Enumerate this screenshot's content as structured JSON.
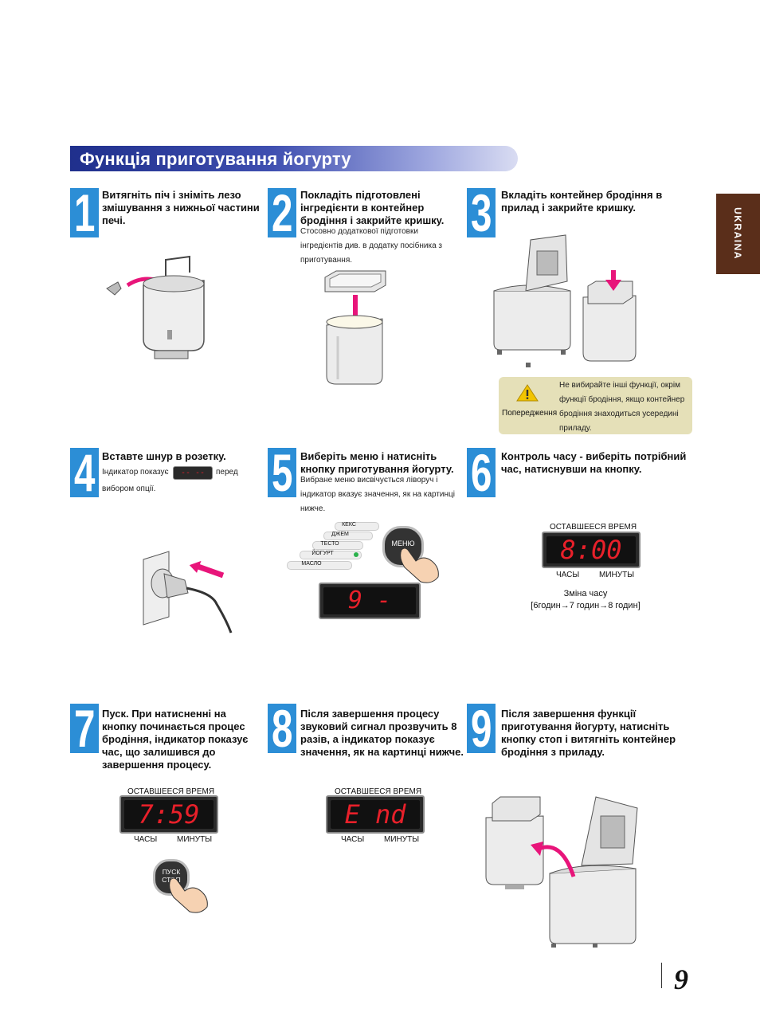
{
  "header": {
    "title": "Функція приготування йогурту"
  },
  "side_tab": {
    "label": "UKRAINA"
  },
  "steps": [
    {
      "number": "1",
      "bold": "Витягніть піч і зніміть лезо змішування з нижньої частини печі."
    },
    {
      "number": "2",
      "bold": "Покладіть підготовлені інгредієнти в контейнер бродіння і закрийте кришку.",
      "small": "Стосовно додаткової підготовки інгредієнтів див. в додатку посібника з приготування."
    },
    {
      "number": "3",
      "bold": "Вкладіть контейнер бродіння в прилад і закрийте кришку."
    },
    {
      "number": "4",
      "bold": "Вставте шнур в розетку.",
      "small_before": "Індикатор показує",
      "small_after": "перед",
      "small_line2": "вибором опції.",
      "display": "-- --"
    },
    {
      "number": "5",
      "bold": "Виберіть меню і натисніть кнопку приготування йогурту.",
      "small": "Вибране меню висвічується ліворуч і індикатор вказує значення, як на картинці нижче.",
      "display": "9 -",
      "button": "МЕНЮ",
      "menu": [
        "КЕКС",
        "ДЖЕМ",
        "ТЕСТО",
        "ЙОГУРТ",
        "МАСЛО"
      ]
    },
    {
      "number": "6",
      "bold": "Контроль часу - виберіть потрібний час, натиснувши на кнопку.",
      "display": "8:00",
      "caption_line1": "Зміна часу",
      "caption_line2": "[6годин→7 годин→8 годин]"
    },
    {
      "number": "7",
      "bold": "Пуск. При натисненні на кнопку починається процес бродіння, індикатор показує час, що залишився до завершення процесу.",
      "display": "7:59",
      "button": "ПУСК СТОП"
    },
    {
      "number": "8",
      "bold": "Після завершення процесу звуковий сигнал прозвучить 8 разів, а індикатор показує значення, як на картинці нижче.",
      "display": "E nd"
    },
    {
      "number": "9",
      "bold": "Після завершення функції приготування йогурту, натисніть кнопку стоп і витягніть контейнер бродіння з приладу."
    }
  ],
  "display_labels": {
    "top": "ОСТАВШЕЕСЯ ВРЕМЯ",
    "hours": "ЧАСЫ",
    "minutes": "МИНУТЫ"
  },
  "warning": {
    "label": "Попередження",
    "text": "Не вибирайте інші функції, окрім функції бродіння, якщо контейнер бродіння знаходиться усередині приладу."
  },
  "page_number": "9",
  "colors": {
    "accent_blue": "#2c8ed6",
    "title_blue": "#1f2f8c",
    "tab_brown": "#5a2e1a",
    "arrow_pink": "#e8157a",
    "led_red": "#e8202a"
  }
}
